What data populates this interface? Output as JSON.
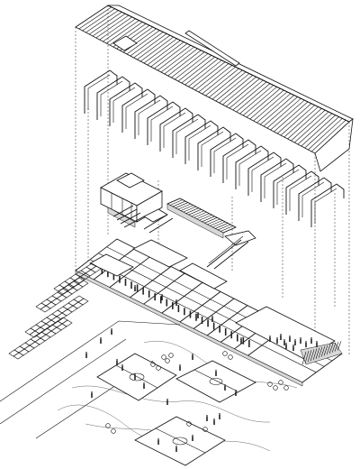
{
  "diagram": {
    "type": "exploded-axonometric-drawing",
    "colors": {
      "line": "#111111",
      "background": "#ffffff",
      "hatch": "#d8d8d8"
    },
    "layers": [
      {
        "id": "roof",
        "icon": "corrugated-roof"
      },
      {
        "id": "trusses",
        "icon": "portal-frame-trusses",
        "count": 19
      },
      {
        "id": "mezzanine",
        "icon": "mezzanine-structures"
      },
      {
        "id": "ground-floor",
        "icon": "ground-floor-plan"
      },
      {
        "id": "site",
        "icon": "site-landscape"
      }
    ]
  }
}
